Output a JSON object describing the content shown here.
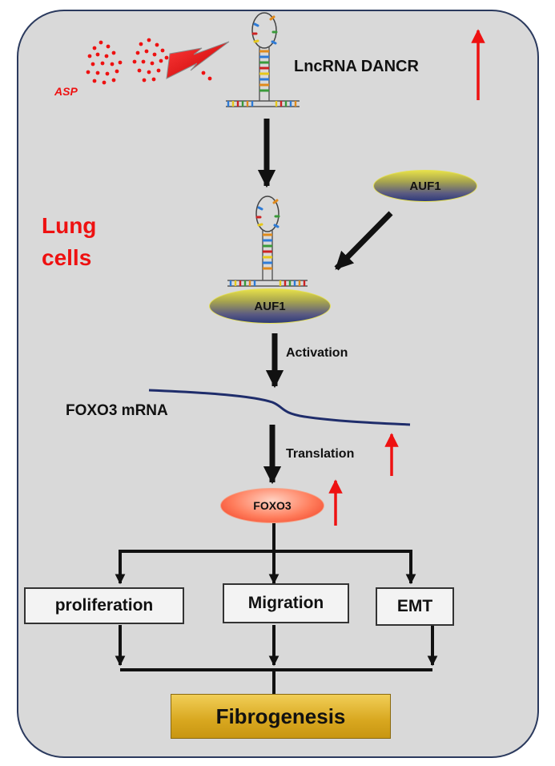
{
  "labels": {
    "lncrna": "LncRNA DANCR",
    "asp": "ASP",
    "lung_cells_line1": "Lung",
    "lung_cells_line2": "cells",
    "auf1_free": "AUF1",
    "auf1_bound": "AUF1",
    "activation": "Activation",
    "foxo3_mrna": "FOXO3 mRNA",
    "translation": "Translation",
    "foxo3_protein": "FOXO3",
    "outcome_1": "proliferation",
    "outcome_2": "Migration",
    "outcome_3": "EMT",
    "result": "Fibrogenesis"
  },
  "colors": {
    "cell_fill": "#d9d9d9",
    "cell_border": "#2b3a5e",
    "up_arrow": "#ee1111",
    "mrna_strand": "#1f2d6b",
    "asp_particles": "#ee1111"
  },
  "icons": [
    "rna-hairpin-icon",
    "lightning-bolt-icon",
    "up-arrow-icon"
  ]
}
